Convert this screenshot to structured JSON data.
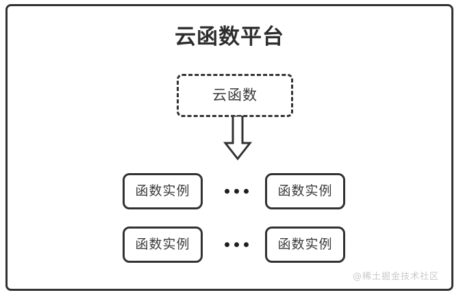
{
  "diagram": {
    "title": "云函数平台",
    "colors": {
      "stroke": "#313131",
      "title_text": "#2d2d2d",
      "box_text": "#3a3a3a",
      "background": "#ffffff",
      "watermark": "#c9c9c9"
    },
    "cloud_function": {
      "label": "云函数",
      "border_style": "dashed"
    },
    "arrow": {
      "name": "down-arrow-icon",
      "direction": "down",
      "style": "hollow-block"
    },
    "ellipsis": "•••",
    "rows": [
      {
        "left_instance": "函数实例",
        "ellipsis": "•••",
        "right_instance": "函数实例"
      },
      {
        "left_instance": "函数实例",
        "ellipsis": "•••",
        "right_instance": "函数实例"
      }
    ],
    "watermark": "@稀土掘金技术社区"
  }
}
